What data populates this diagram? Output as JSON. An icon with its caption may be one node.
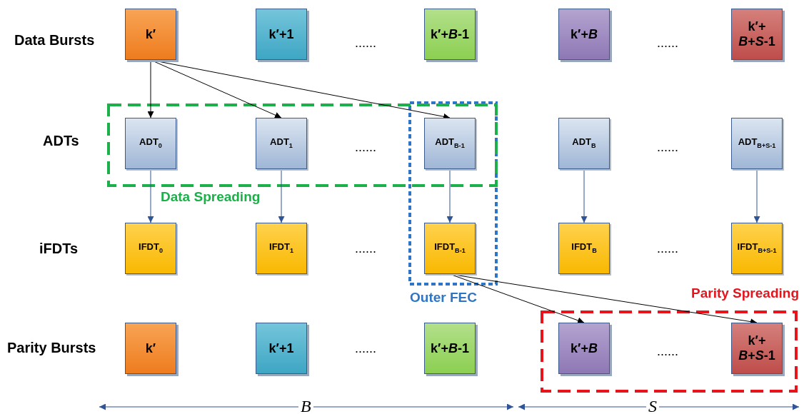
{
  "diagram": {
    "nodes": [
      {
        "text": [
          "Data Spreading"
        ]
      },
      {
        "text": [
          "Outer FEC"
        ]
      },
      {
        "text": [
          "Parity Spreading"
        ]
      },
      {
        "text": [
          "k′"
        ]
      },
      {
        "text": [
          "k′+1"
        ]
      },
      {
        "text": [
          "k′+*B*-1"
        ]
      },
      {
        "text": [
          "k′+*B*"
        ]
      },
      {
        "text": [
          "k′+ *B*+*S*-1"
        ]
      },
      {
        "text": [
          "ADT$_{0}$"
        ],
        "in": 0
      },
      {
        "text": [
          "ADT$_{1}$"
        ],
        "in": 0
      },
      {
        "text": [
          "ADT$_{B-1}$"
        ]
      },
      {
        "text": [
          "ADT$_{B}$"
        ]
      },
      {
        "text": [
          "ADT$_{B+S-1}$"
        ]
      },
      {
        "text": [
          "IFDT$_{0}$"
        ]
      },
      {
        "text": [
          "IFDT$_{1}$"
        ]
      },
      {
        "text": [
          "IFDT$_{B-1}$"
        ],
        "in": 1
      },
      {
        "text": [
          "IFDT$_{B}$"
        ]
      },
      {
        "text": [
          "IFDT$_{B+S-1}$"
        ]
      },
      {
        "text": [
          "k′"
        ]
      },
      {
        "text": [
          "k′+1"
        ]
      },
      {
        "text": [
          "k′+*B*-1"
        ]
      },
      {
        "text": [
          "k′+*B*"
        ],
        "in": 2
      },
      {
        "text": [
          "k′+ *B*+*S*-1"
        ],
        "in": 2
      }
    ],
    "edges": [
      {
        "from": 3,
        "to": 8,
        "arrow": "to"
      },
      {
        "from": 3,
        "to": 9,
        "arrow": "to"
      },
      {
        "from": 3,
        "to": 10,
        "arrow": "to"
      },
      {
        "from": 8,
        "to": 13,
        "arrow": "to",
        "color": "#2f5597"
      },
      {
        "from": 9,
        "to": 14,
        "arrow": "to",
        "color": "#2f5597"
      },
      {
        "from": 10,
        "to": 15,
        "arrow": "to",
        "color": "#2f5597"
      },
      {
        "from": 11,
        "to": 16,
        "arrow": "to",
        "color": "#2f5597"
      },
      {
        "from": 12,
        "to": 17,
        "arrow": "to",
        "color": "#2f5597"
      },
      {
        "from": 15,
        "to": 21,
        "arrow": "to"
      },
      {
        "from": 15,
        "to": 22,
        "arrow": "to"
      }
    ],
    "labels": [
      "Data Bursts",
      "......",
      "......",
      "ADTs",
      "......",
      "......",
      "iFDTs",
      "......",
      "......",
      "Parity Bursts",
      "......",
      "......",
      "B",
      "S"
    ]
  }
}
